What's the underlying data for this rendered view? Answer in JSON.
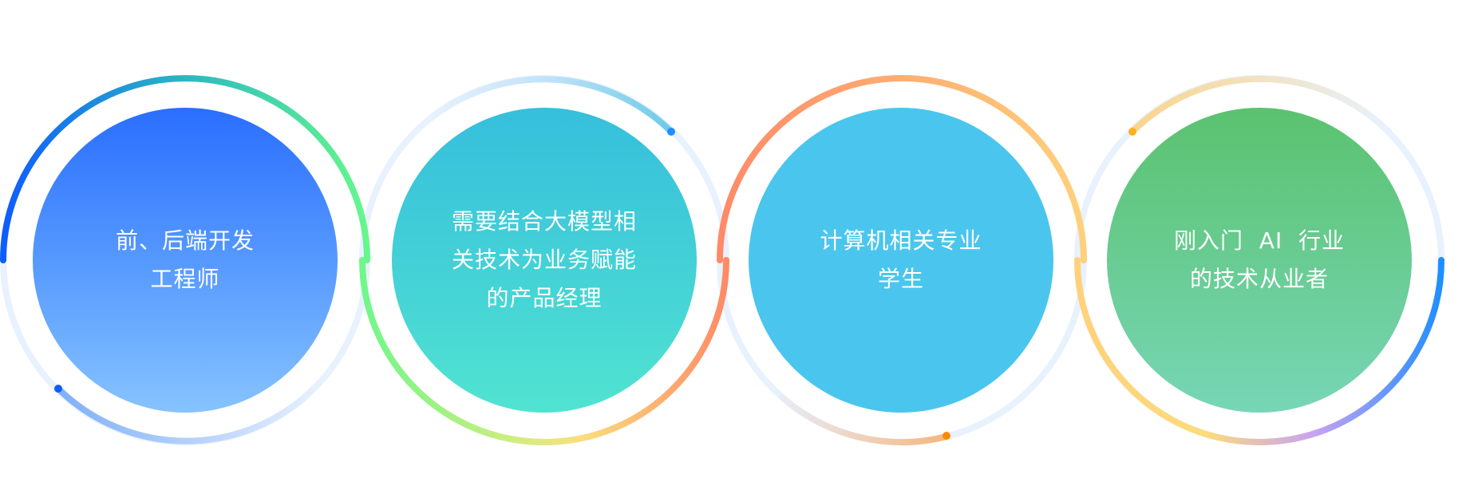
{
  "items": [
    {
      "lines": [
        "前、后端开发",
        "工程师"
      ],
      "color_top": "#2a6eff",
      "color_bottom": "#86c3ff"
    },
    {
      "lines": [
        "需要结合大模型相",
        "关技术为业务赋能",
        "的产品经理"
      ],
      "color_top": "#36bfdc",
      "color_bottom": "#51e3d1"
    },
    {
      "lines": [
        "计算机相关专业",
        "学生"
      ],
      "color_top": "#4ac6ee",
      "color_bottom": "#4ac6ee"
    },
    {
      "lines": [
        "刚入门  AI  行业",
        "的技术从业者"
      ],
      "color_top": "#5bc26f",
      "color_bottom": "#77d6b6"
    }
  ],
  "ring_track_color": "#e8f1fe"
}
